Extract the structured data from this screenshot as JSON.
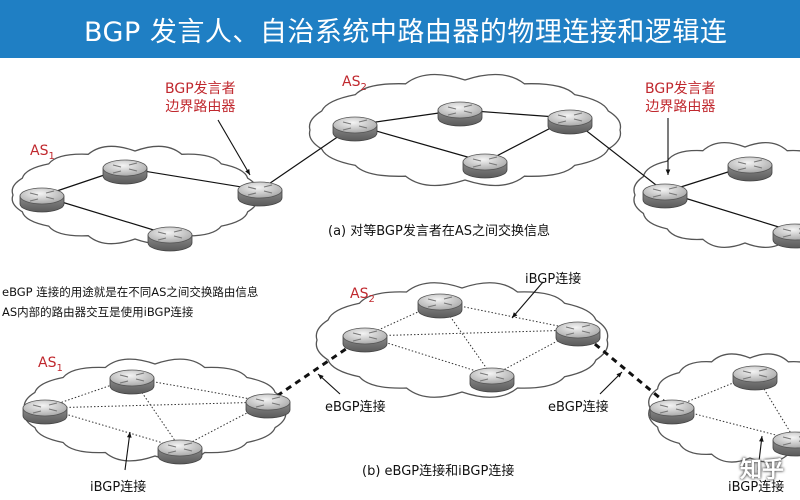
{
  "title": "BGP 发言人、自治系统中路由器的物理连接和逻辑连",
  "top_diagram": {
    "as1_label": "AS",
    "as1_sub": "1",
    "as2_label": "AS",
    "as2_sub": "2",
    "speaker_left": {
      "line1": "BGP发言者",
      "line2": "边界路由器"
    },
    "speaker_right": {
      "line1": "BGP发言者",
      "line2": "边界路由器"
    },
    "caption": "(a) 对等BGP发言者在AS之间交换信息"
  },
  "notes": {
    "line1": "eBGP 连接的用途就是在不同AS之间交换路由信息",
    "line2": "AS内部的路由器交互是使用iBGP连接"
  },
  "bottom_diagram": {
    "as1_label": "AS",
    "as1_sub": "1",
    "as2_label": "AS",
    "as2_sub": "2",
    "ibgp_top": "iBGP连接",
    "ebgp_left": "eBGP连接",
    "ebgp_right": "eBGP连接",
    "ibgp_bottom_left": "iBGP连接",
    "ibgp_bottom_right": "iBGP连接",
    "caption": "(b) eBGP连接和iBGP连接"
  },
  "watermark": "知乎",
  "colors": {
    "title_bg": "#1f7fc4",
    "label_red": "#c0282e"
  }
}
